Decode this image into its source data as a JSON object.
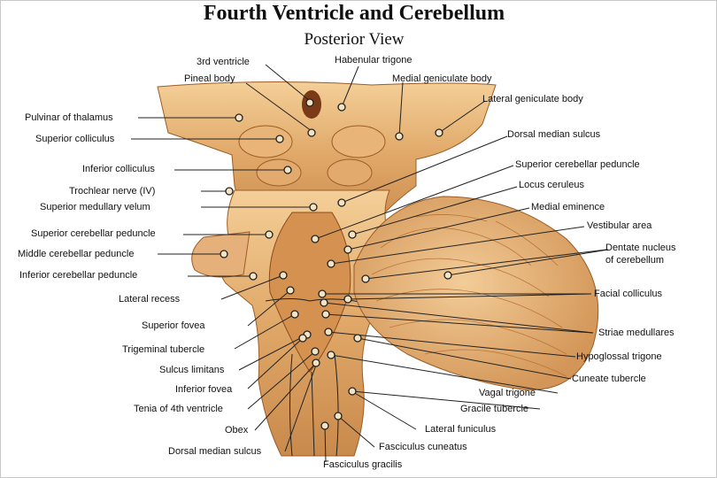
{
  "title": "Fourth Ventricle and Cerebellum",
  "subtitle": "Posterior View",
  "labels": {
    "third_ventricle": "3rd ventricle",
    "habenular_trigone": "Habenular trigone",
    "pineal_body": "Pineal body",
    "medial_geniculate_body": "Medial geniculate body",
    "lateral_geniculate_body": "Lateral geniculate body",
    "pulvinar_of_thalamus": "Pulvinar of thalamus",
    "superior_colliculus": "Superior colliculus",
    "dorsal_median_sulcus_top": "Dorsal median sulcus",
    "inferior_colliculus": "Inferior colliculus",
    "superior_cerebellar_peduncle_right": "Superior cerebellar peduncle",
    "trochlear_nerve": "Trochlear nerve (IV)",
    "locus_ceruleus": "Locus ceruleus",
    "superior_medullary_velum": "Superior medullary velum",
    "medial_eminence": "Medial eminence",
    "vestibular_area": "Vestibular area",
    "superior_cerebellar_peduncle_left": "Superior cerebellar peduncle",
    "dentate_nucleus_line1": "Dentate nucleus",
    "dentate_nucleus_line2": "of cerebellum",
    "middle_cerebellar_peduncle": "Middle cerebellar peduncle",
    "inferior_cerebellar_peduncle": "Inferior cerebellar peduncle",
    "facial_colliculus": "Facial colliculus",
    "lateral_recess": "Lateral recess",
    "superior_fovea": "Superior fovea",
    "striae_medullares": "Striae medullares",
    "trigeminal_tubercle": "Trigeminal tubercle",
    "hypoglossal_trigone": "Hypoglossal trigone",
    "sulcus_limitans": "Sulcus limitans",
    "cuneate_tubercle": "Cuneate tubercle",
    "inferior_fovea": "Inferior fovea",
    "vagal_trigone": "Vagal trigone",
    "tenia_of_4th_ventricle": "Tenia of 4th ventricle",
    "gracile_tubercle": "Gracile tubercle",
    "lateral_funiculus": "Lateral funiculus",
    "obex": "Obex",
    "fasciculus_cuneatus": "Fasciculus cuneatus",
    "dorsal_median_sulcus_bottom": "Dorsal median sulcus",
    "fasciculus_gracilis": "Fasciculus gracilis"
  },
  "colors": {
    "tissue_light": "#f0c58a",
    "tissue_mid": "#d89a58",
    "tissue_dark": "#a8622a",
    "cerebellum_cut": "#e7b37a",
    "leader": "#222222"
  }
}
